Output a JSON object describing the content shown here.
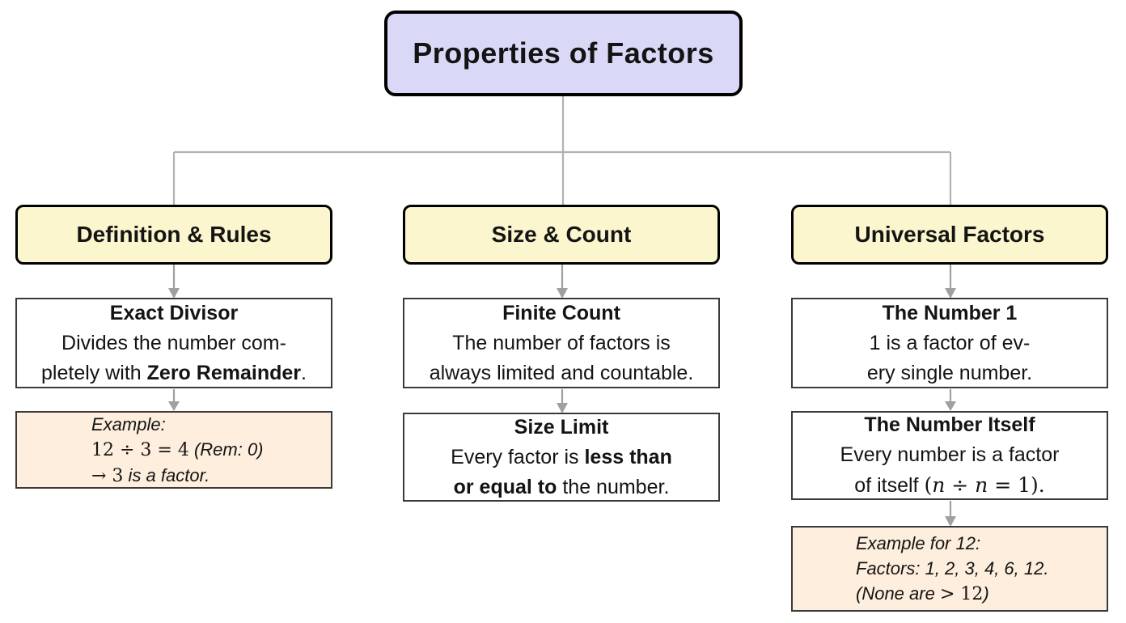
{
  "diagram": {
    "title": "Properties of Factors",
    "colors": {
      "title_fill": "#d9d9f7",
      "header_fill": "#fbf6cd",
      "example_fill": "#fdeedd",
      "box_border": "#3a3a3a",
      "connector_gray": "#b2b2b2",
      "arrow_gray": "#a0a0a0"
    },
    "columns": [
      {
        "header": "Definition & Rules",
        "box1": {
          "heading": "Exact Divisor",
          "line1": "Divides the number com-",
          "line2_pre": "pletely with ",
          "line2_bold": "Zero Remainder",
          "line2_post": "."
        },
        "box2": {
          "line1": "Example:",
          "line2_math": "12 ÷ 3 = 4",
          "line2_rest": " (Rem: 0)",
          "line3_math": "→ 3",
          "line3_rest": " is a factor."
        }
      },
      {
        "header": "Size & Count",
        "box1": {
          "heading": "Finite Count",
          "line1": "The number of factors is",
          "line2": "always limited and countable."
        },
        "box2": {
          "heading": "Size Limit",
          "line1_pre": "Every factor is ",
          "line1_bold": "less than",
          "line2_bold": "or equal to",
          "line2_post": " the number."
        }
      },
      {
        "header": "Universal Factors",
        "box1": {
          "heading": "The Number 1",
          "line1": "1 is a factor of ev-",
          "line2": "ery single number."
        },
        "box2": {
          "heading": "The Number Itself",
          "line1": "Every number is a factor",
          "line2_pre": "of itself ",
          "line2_open": "(",
          "line2_var1": "n",
          "line2_op": " ÷ ",
          "line2_var2": "n",
          "line2_close": " = 1)."
        },
        "box3": {
          "line1": "Example for 12:",
          "line2": "Factors: 1, 2, 3, 4, 6, 12.",
          "line3_pre": "(None are ",
          "line3_math": "> 12",
          "line3_post": ")"
        }
      }
    ]
  }
}
